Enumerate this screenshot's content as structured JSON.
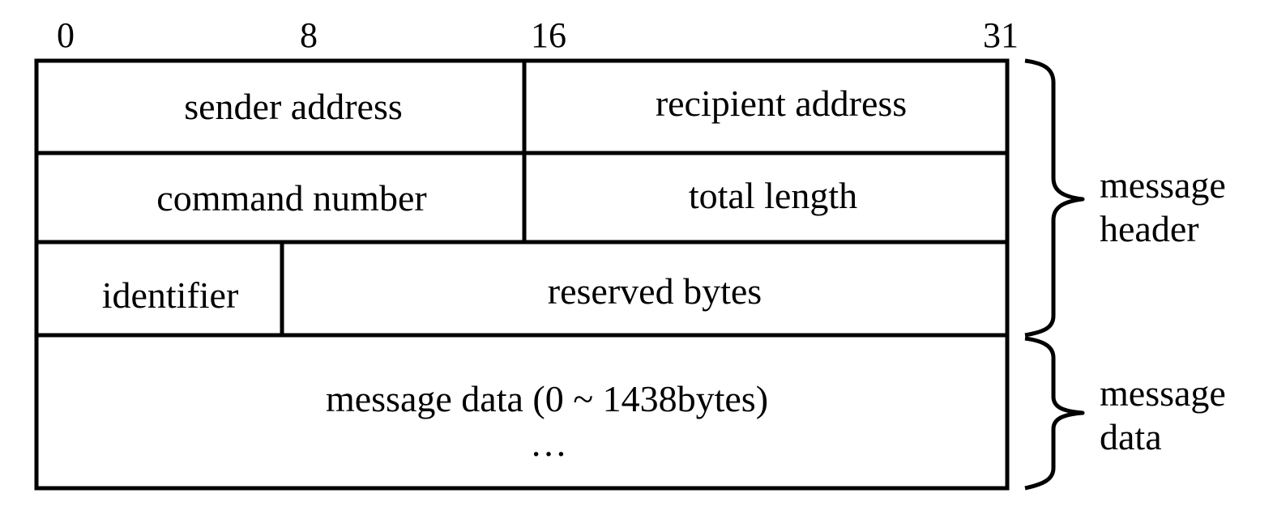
{
  "bit_scale": {
    "b0": "0",
    "b8": "8",
    "b16": "16",
    "b31": "31"
  },
  "fields": {
    "sender_address": "sender address",
    "recipient_address": "recipient address",
    "command_number": "command number",
    "total_length": "total length",
    "identifier": "identifier",
    "reserved_bytes": "reserved bytes",
    "message_data": "message data (0 ~ 1438bytes)",
    "ellipsis": "…"
  },
  "groups": {
    "header_line1": "message",
    "header_line2": "header",
    "data_line1": "message",
    "data_line2": "data"
  }
}
